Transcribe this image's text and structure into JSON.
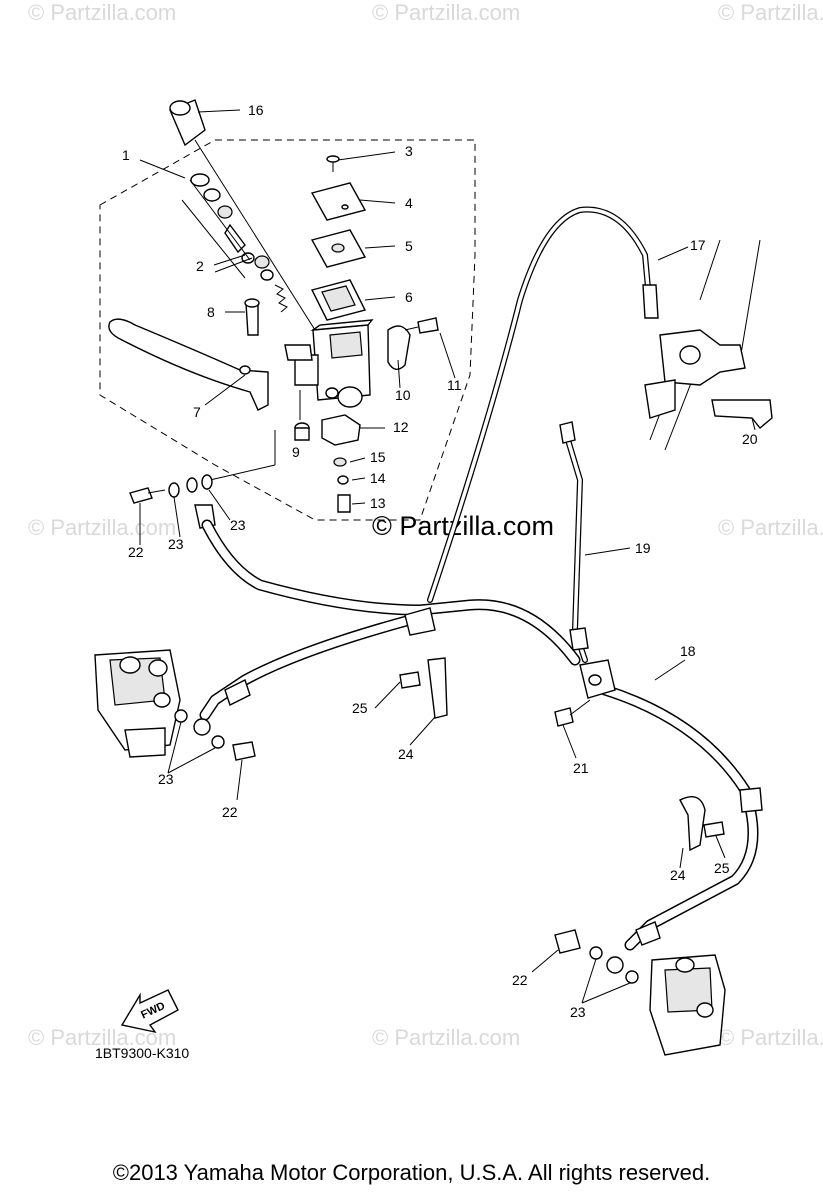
{
  "watermark": "© Partzilla.com",
  "watermark_center": "© Partzilla.com",
  "figure_code": "1BT9300-K310",
  "fwd_label": "FWD",
  "copyright": "©2013  Yamaha Motor Corporation, U.S.A. All rights reserved.",
  "callouts": {
    "c1": "1",
    "c2": "2",
    "c3": "3",
    "c4": "4",
    "c5": "5",
    "c6": "6",
    "c7": "7",
    "c8": "8",
    "c9": "9",
    "c10": "10",
    "c11": "11",
    "c12": "12",
    "c13": "13",
    "c14": "14",
    "c15": "15",
    "c16": "16",
    "c17": "17",
    "c18": "18",
    "c19": "19",
    "c20": "20",
    "c21": "21",
    "c22a": "22",
    "c22b": "22",
    "c22c": "22",
    "c23a": "23",
    "c23b": "23",
    "c23c": "23",
    "c23d": "23",
    "c24a": "24",
    "c24b": "24",
    "c25a": "25",
    "c25b": "25"
  }
}
